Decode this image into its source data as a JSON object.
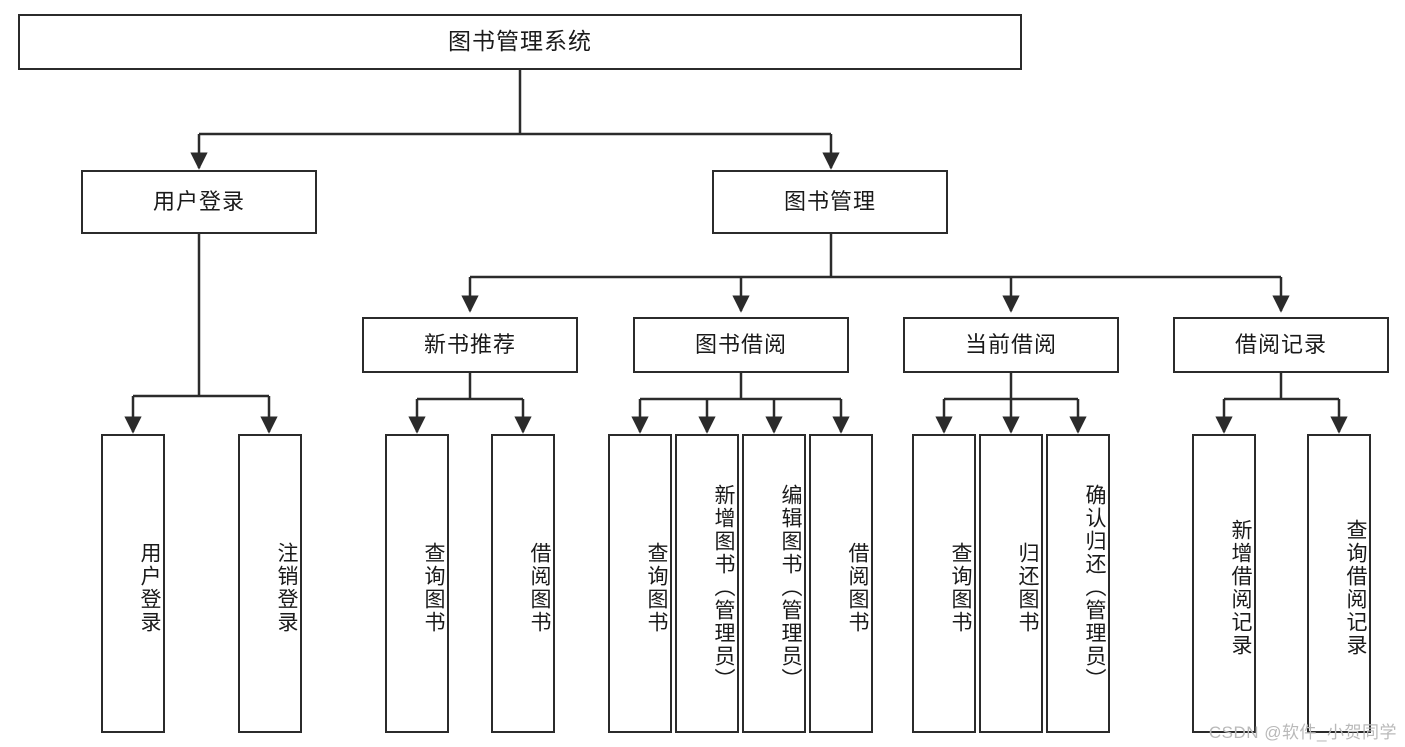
{
  "diagram": {
    "type": "tree",
    "title": "图书管理系统",
    "root": {
      "label": "图书管理系统"
    },
    "level2": [
      {
        "id": "user-login",
        "label": "用户登录"
      },
      {
        "id": "book-manage",
        "label": "图书管理"
      }
    ],
    "level3": [
      {
        "id": "new-book-rec",
        "label": "新书推荐"
      },
      {
        "id": "book-borrow",
        "label": "图书借阅"
      },
      {
        "id": "current-borrow",
        "label": "当前借阅"
      },
      {
        "id": "borrow-record",
        "label": "借阅记录"
      }
    ],
    "leaves": {
      "user_login": [
        {
          "id": "leaf-user-login",
          "label": "用户登录"
        },
        {
          "id": "leaf-logout",
          "label": "注销登录"
        }
      ],
      "new_book_rec": [
        {
          "id": "leaf-query-book-1",
          "label": "查询图书"
        },
        {
          "id": "leaf-borrow-book-1",
          "label": "借阅图书"
        }
      ],
      "book_borrow": [
        {
          "id": "leaf-query-book-2",
          "label": "查询图书"
        },
        {
          "id": "leaf-add-book",
          "label": "新增图书（管理员）"
        },
        {
          "id": "leaf-edit-book",
          "label": "编辑图书（管理员）"
        },
        {
          "id": "leaf-borrow-book-2",
          "label": "借阅图书"
        }
      ],
      "current_borrow": [
        {
          "id": "leaf-query-book-3",
          "label": "查询图书"
        },
        {
          "id": "leaf-return-book",
          "label": "归还图书"
        },
        {
          "id": "leaf-confirm-return",
          "label": "确认归还（管理员）"
        }
      ],
      "borrow_record": [
        {
          "id": "leaf-add-record",
          "label": "新增借阅记录"
        },
        {
          "id": "leaf-query-record",
          "label": "查询借阅记录"
        }
      ]
    },
    "colors": {
      "stroke": "#2b2b2b",
      "fill": "#ffffff",
      "text": "#1a1a1a",
      "watermark": "#b9b9b9"
    }
  },
  "watermark": {
    "text": "CSDN @软件_小贺同学"
  }
}
